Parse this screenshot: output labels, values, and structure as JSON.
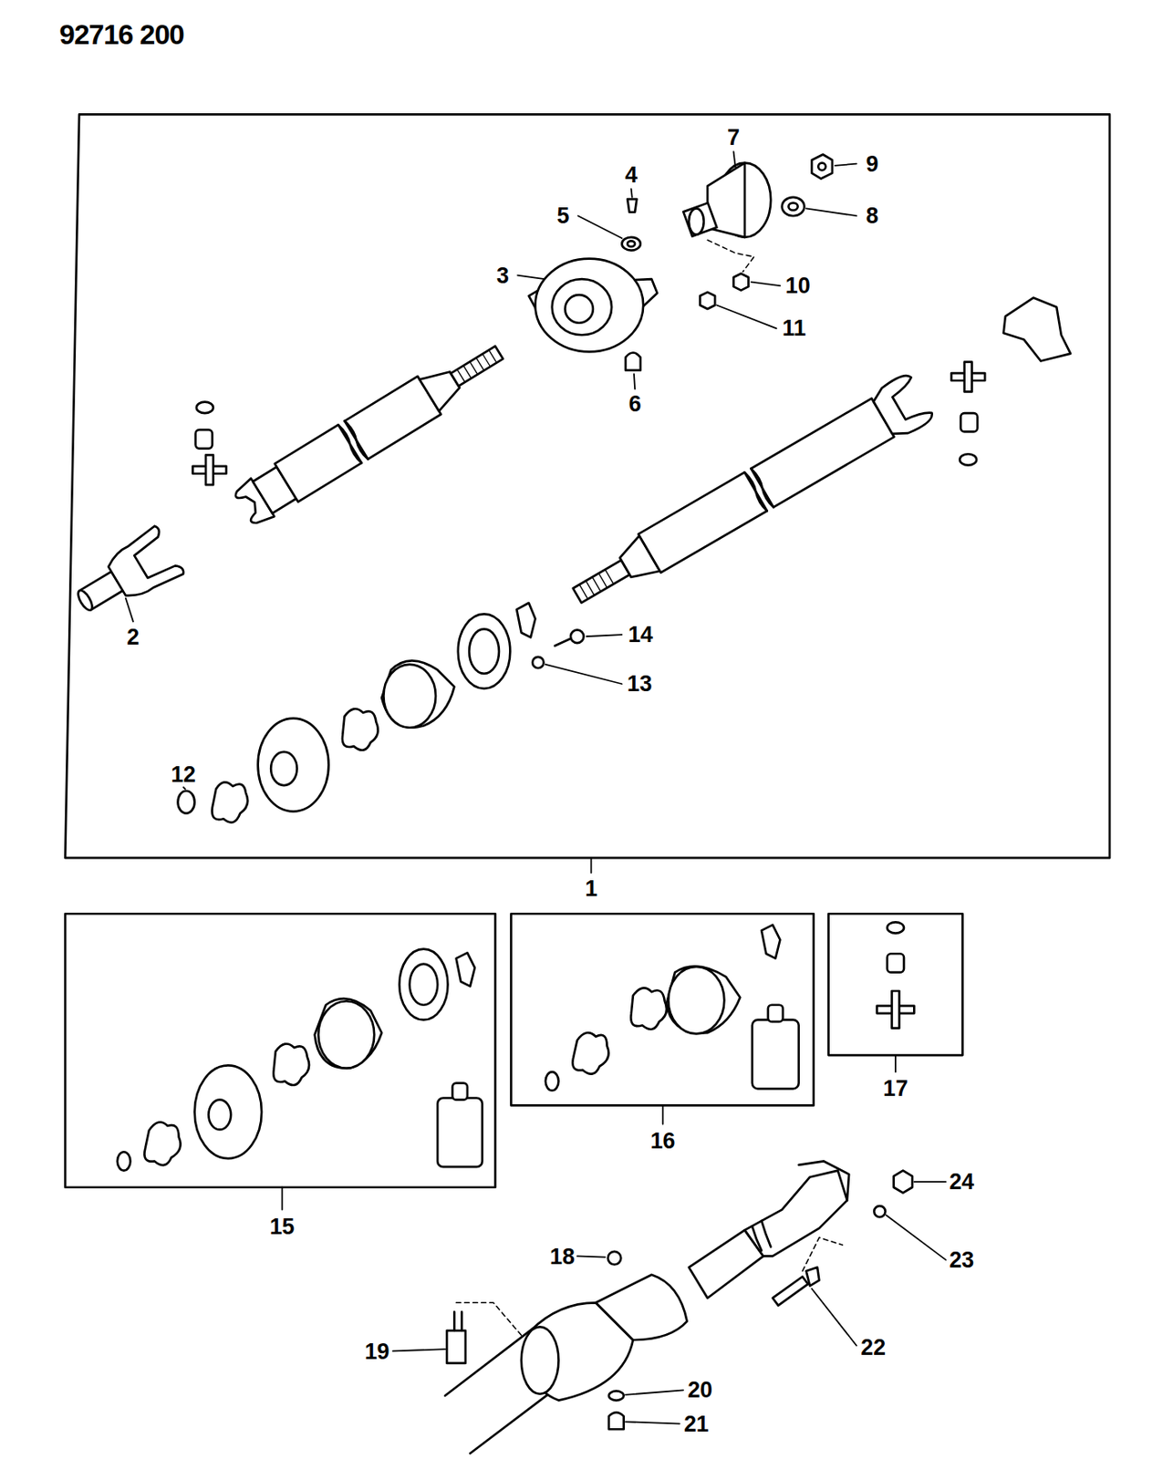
{
  "diagram": {
    "labels": [
      "92716 200",
      "2",
      "3",
      "4",
      "5",
      "6",
      "7",
      "8",
      "9",
      "10",
      "11",
      "12",
      "13",
      "14",
      "1",
      "15",
      "16",
      "17",
      "18",
      "19",
      "20",
      "21",
      "22",
      "23",
      "24"
    ]
  }
}
